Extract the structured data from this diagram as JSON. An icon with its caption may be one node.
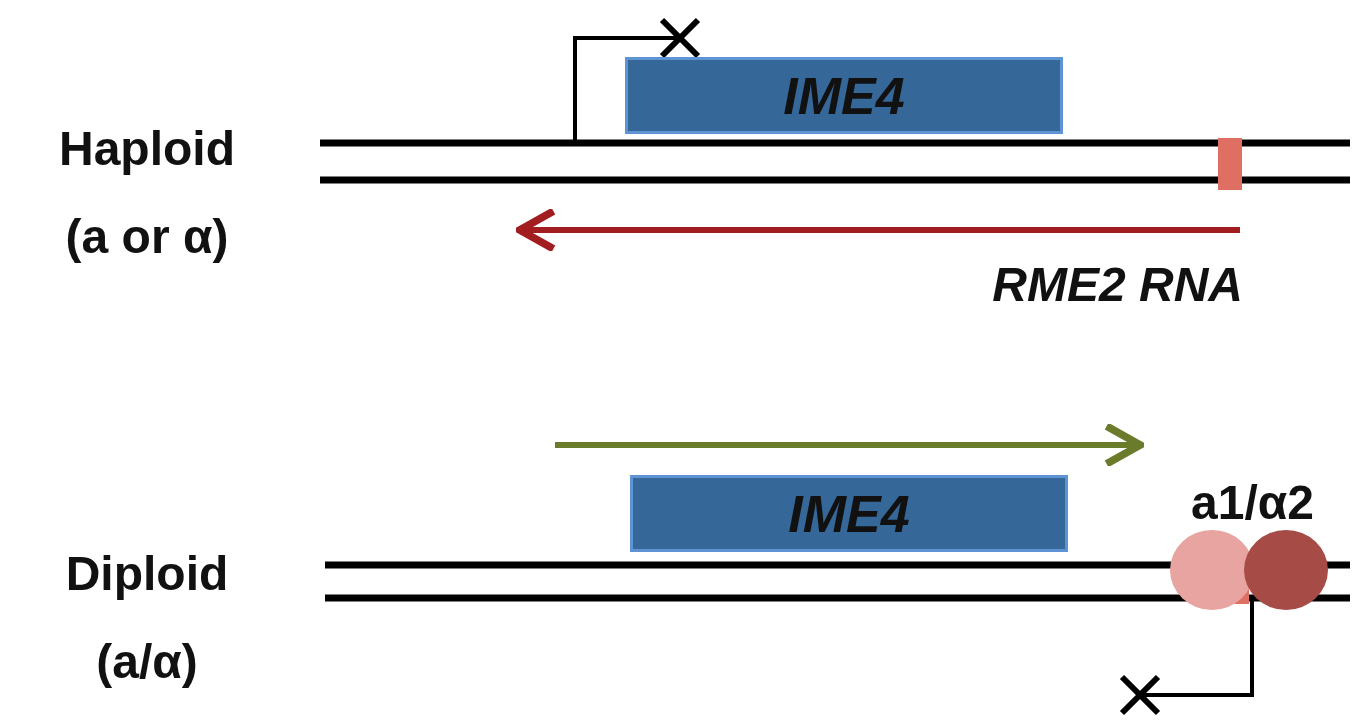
{
  "diagram": {
    "nodes": [
      {
        "text": [
          "IME4"
        ]
      },
      {
        "text": [
          "IME4"
        ]
      }
    ],
    "labels": [
      "Haploid (a or α)",
      "RME2 RNA",
      "Diploid (a/α)",
      "a1/α2"
    ]
  }
}
